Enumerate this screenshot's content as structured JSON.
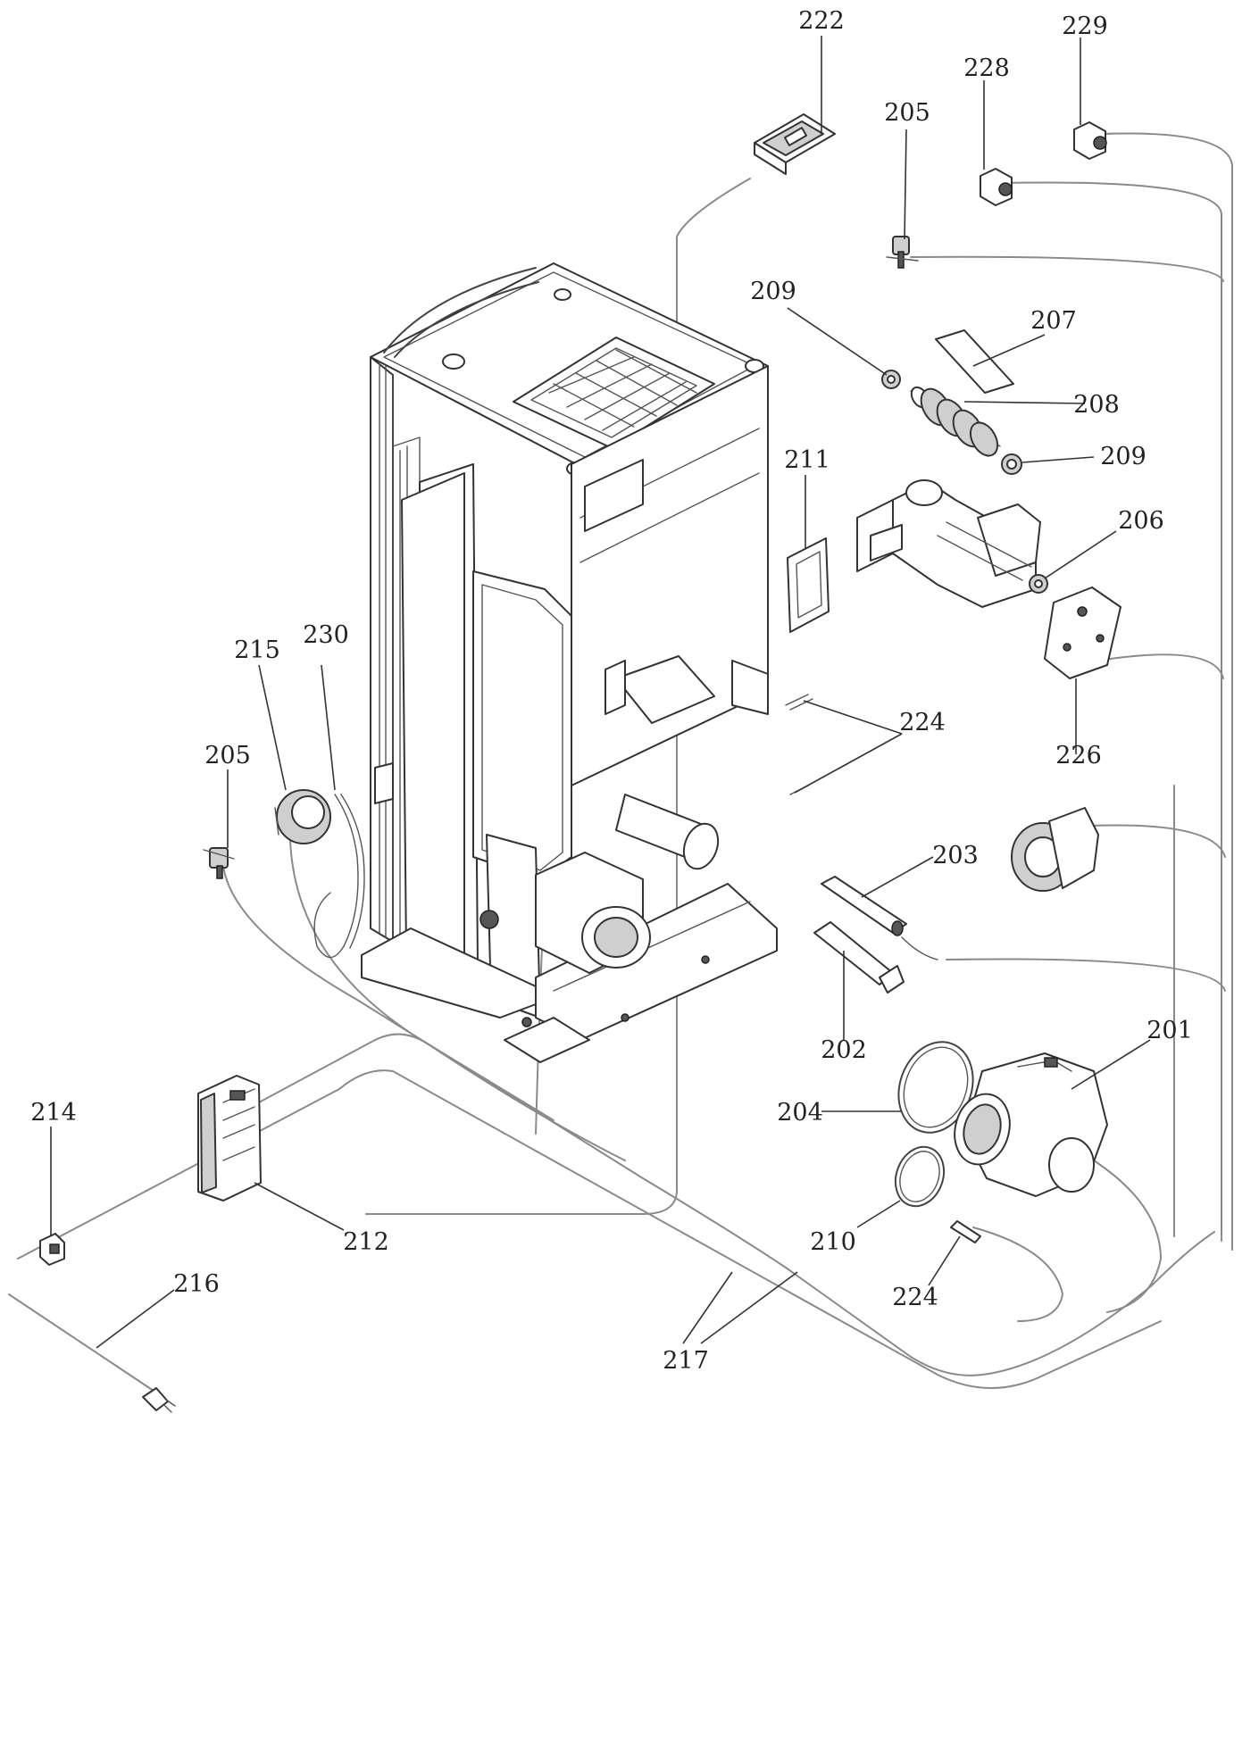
{
  "diagram": {
    "labels": [
      {
        "id": "222",
        "text": "222"
      },
      {
        "id": "229",
        "text": "229"
      },
      {
        "id": "228",
        "text": "228"
      },
      {
        "id": "205a",
        "text": "205"
      },
      {
        "id": "209a",
        "text": "209"
      },
      {
        "id": "207",
        "text": "207"
      },
      {
        "id": "208",
        "text": "208"
      },
      {
        "id": "209b",
        "text": "209"
      },
      {
        "id": "211",
        "text": "211"
      },
      {
        "id": "206",
        "text": "206"
      },
      {
        "id": "215",
        "text": "215"
      },
      {
        "id": "230",
        "text": "230"
      },
      {
        "id": "205b",
        "text": "205"
      },
      {
        "id": "224a",
        "text": "224"
      },
      {
        "id": "226",
        "text": "226"
      },
      {
        "id": "203",
        "text": "203"
      },
      {
        "id": "202",
        "text": "202"
      },
      {
        "id": "201",
        "text": "201"
      },
      {
        "id": "204",
        "text": "204"
      },
      {
        "id": "214",
        "text": "214"
      },
      {
        "id": "212",
        "text": "212"
      },
      {
        "id": "210",
        "text": "210"
      },
      {
        "id": "224b",
        "text": "224"
      },
      {
        "id": "216",
        "text": "216"
      },
      {
        "id": "217",
        "text": "217"
      }
    ]
  }
}
